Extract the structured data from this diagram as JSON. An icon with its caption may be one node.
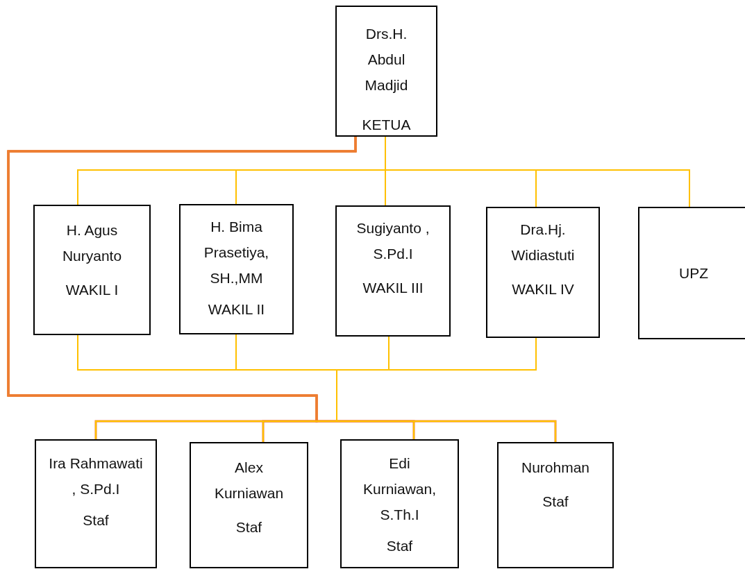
{
  "diagram": {
    "nodes": [
      {
        "text": [
          "Drs.H. Abdul Madjid",
          "KETUA"
        ]
      },
      {
        "text": [
          "H. Agus Nuryanto",
          "WAKIL I"
        ]
      },
      {
        "text": [
          "H. Bima Prasetiya, SH.,MM",
          "WAKIL II"
        ]
      },
      {
        "text": [
          "Sugiyanto , S.Pd.I",
          "WAKIL III"
        ]
      },
      {
        "text": [
          "Dra.Hj. Widiastuti",
          "WAKIL IV"
        ]
      },
      {
        "text": [
          "UPZ"
        ]
      },
      {
        "text": [
          "Ira Rahmawati , S.Pd.I",
          "Staf"
        ]
      },
      {
        "text": [
          "Alex Kurniawan",
          "Staf"
        ]
      },
      {
        "text": [
          "Edi Kurniawan, S.Th.I",
          "Staf"
        ]
      },
      {
        "text": [
          "Nurohman",
          "Staf"
        ]
      }
    ],
    "edges": [
      {
        "from": 0,
        "to": 1,
        "arrow": "none"
      },
      {
        "from": 0,
        "to": 2,
        "arrow": "none"
      },
      {
        "from": 0,
        "to": 3,
        "arrow": "none"
      },
      {
        "from": 0,
        "to": 4,
        "arrow": "none"
      },
      {
        "from": 0,
        "to": 5,
        "arrow": "none"
      },
      {
        "from": 0,
        "to": 6,
        "arrow": "none",
        "color": "#ed7d31"
      },
      {
        "from": 0,
        "to": 7,
        "arrow": "none",
        "color": "#ed7d31"
      },
      {
        "from": 0,
        "to": 8,
        "arrow": "none",
        "color": "#ed7d31"
      },
      {
        "from": 0,
        "to": 9,
        "arrow": "none",
        "color": "#ed7d31"
      },
      {
        "from": 1,
        "to": 6,
        "arrow": "none"
      },
      {
        "from": 1,
        "to": 7,
        "arrow": "none"
      },
      {
        "from": 1,
        "to": 8,
        "arrow": "none"
      },
      {
        "from": 1,
        "to": 9,
        "arrow": "none"
      },
      {
        "from": 2,
        "to": 6,
        "arrow": "none"
      },
      {
        "from": 2,
        "to": 7,
        "arrow": "none"
      },
      {
        "from": 2,
        "to": 8,
        "arrow": "none"
      },
      {
        "from": 2,
        "to": 9,
        "arrow": "none"
      },
      {
        "from": 3,
        "to": 6,
        "arrow": "none"
      },
      {
        "from": 3,
        "to": 7,
        "arrow": "none"
      },
      {
        "from": 3,
        "to": 8,
        "arrow": "none"
      },
      {
        "from": 3,
        "to": 9,
        "arrow": "none"
      },
      {
        "from": 4,
        "to": 6,
        "arrow": "none"
      },
      {
        "from": 4,
        "to": 7,
        "arrow": "none"
      },
      {
        "from": 4,
        "to": 8,
        "arrow": "none"
      },
      {
        "from": 4,
        "to": 9,
        "arrow": "none"
      }
    ]
  }
}
